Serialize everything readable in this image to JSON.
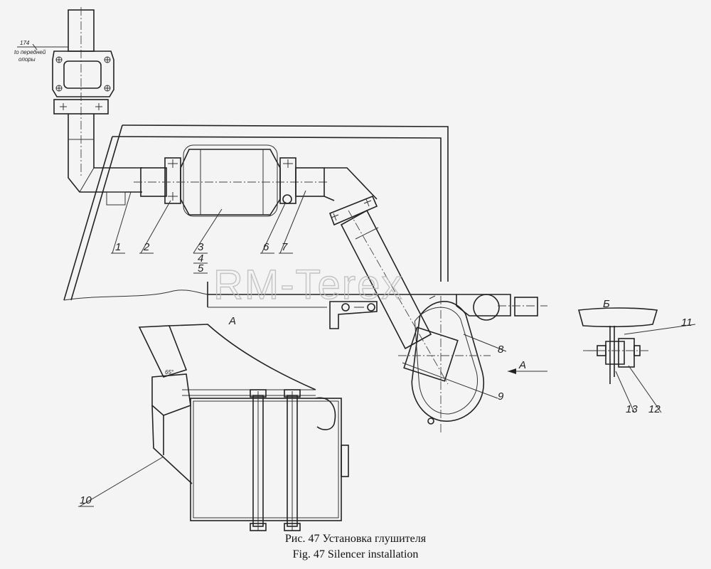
{
  "labels": {
    "p1": "1",
    "p2": "2",
    "p3": "3",
    "p4": "4",
    "p5": "5",
    "p6": "6",
    "p7": "7",
    "p8": "8",
    "p9": "9",
    "p10": "10",
    "p11": "11",
    "p12": "12",
    "p13": "13"
  },
  "notes": {
    "ref_174": "174",
    "front_support_line1": "to передней",
    "front_support_line2": "опоры",
    "view_a": "A",
    "view_a_arrow": "A",
    "view_b": "Б",
    "angle": "65°"
  },
  "watermark": "RM-Terex",
  "caption": {
    "ru": "Рис. 47 Установка глушителя",
    "en": "Fig. 47 Silencer installation"
  }
}
